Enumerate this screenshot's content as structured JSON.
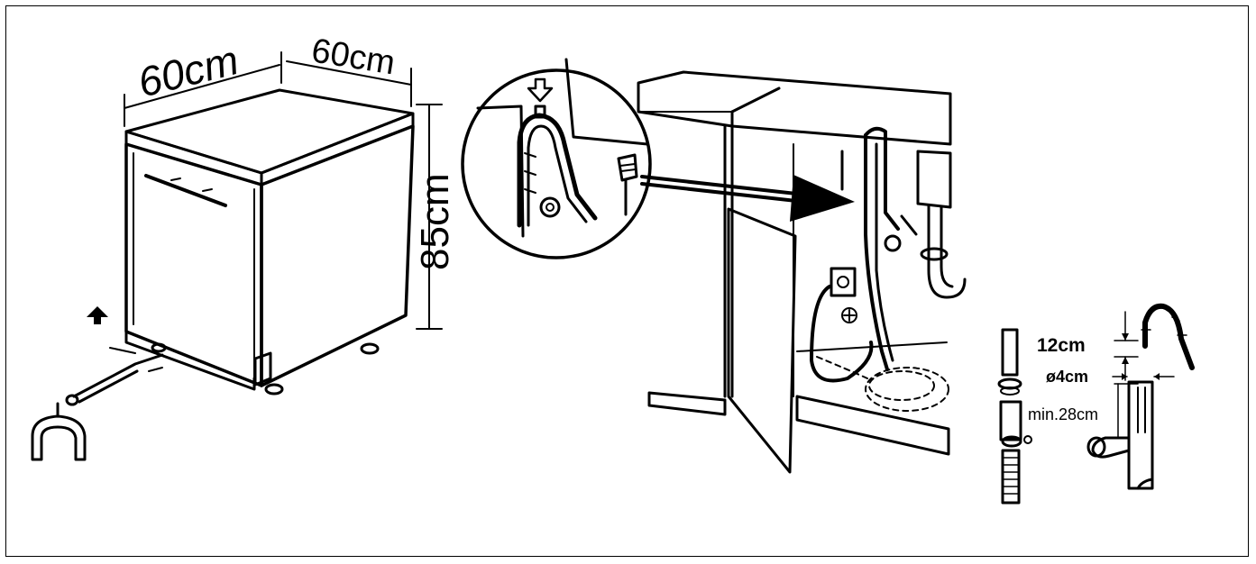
{
  "dimensions": {
    "width_label": "60cm",
    "depth_label": "60cm",
    "height_label": "85cm"
  },
  "drain": {
    "hose_height_label": "12cm",
    "diameter_label": "ø4cm",
    "min_height_label": "min.28cm"
  },
  "colors": {
    "line": "#000000",
    "background": "#ffffff"
  }
}
